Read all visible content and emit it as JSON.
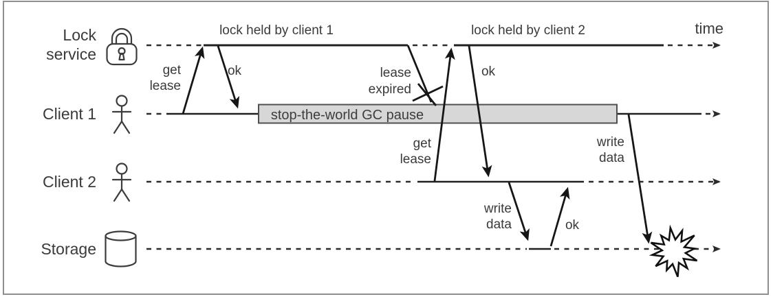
{
  "lanes": {
    "lock_service": {
      "label_line1": "Lock",
      "label_line2": "service",
      "icon": "padlock-icon"
    },
    "client1": {
      "label": "Client 1",
      "icon": "person-icon"
    },
    "client2": {
      "label": "Client 2",
      "icon": "person-icon"
    },
    "storage": {
      "label": "Storage",
      "icon": "database-cylinder-icon"
    }
  },
  "headers": {
    "lock_held_by_client1": "lock held by client 1",
    "lock_held_by_client2": "lock held by client 2",
    "time": "time"
  },
  "gc_pause_label": "stop-the-world GC pause",
  "messages": {
    "get_lease1": {
      "line1": "get",
      "line2": "lease"
    },
    "ok1": "ok",
    "lease_expired": {
      "line1": "lease",
      "line2": "expired"
    },
    "get_lease2": {
      "line1": "get",
      "line2": "lease"
    },
    "ok2": "ok",
    "write_data1": {
      "line1": "write",
      "line2": "data"
    },
    "ok3": "ok",
    "write_data2": {
      "line1": "write",
      "line2": "data"
    }
  },
  "colors": {
    "stroke": "#1f1f1f",
    "text": "#3a3a3a",
    "gc_box_fill": "#d7d7d7",
    "gc_box_border": "#4f4f4f",
    "frame_border": "#8f8f8f",
    "background": "#ffffff"
  }
}
